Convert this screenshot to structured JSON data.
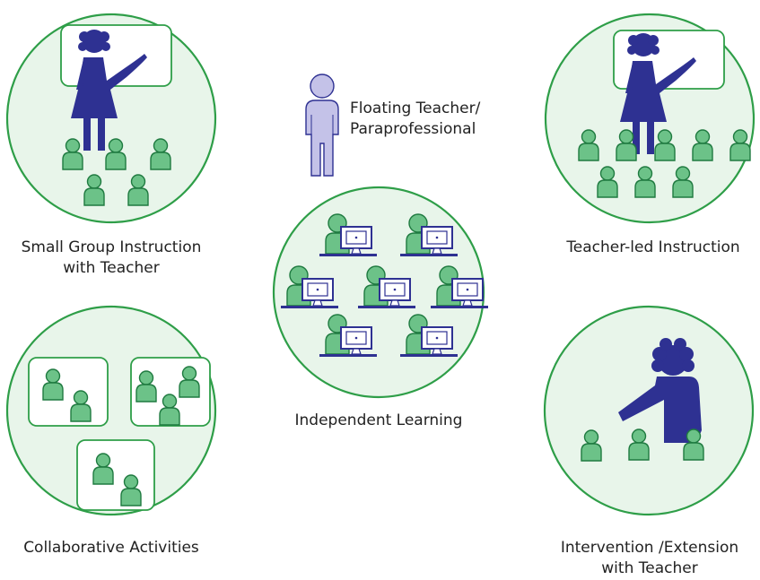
{
  "labels": {
    "small_group": [
      "Small Group Instruction",
      "with Teacher"
    ],
    "teacher_led": "Teacher-led Instruction",
    "floating": [
      "Floating Teacher/",
      "Paraprofessional"
    ],
    "independent": "Independent Learning",
    "collaborative": "Collaborative Activities",
    "intervention": [
      "Intervention /Extension",
      "with Teacher"
    ]
  },
  "colors": {
    "circle_fill": "#e8f5ea",
    "circle_stroke": "#2e9e48",
    "student_fill": "#6cc288",
    "student_stroke": "#1f7a40",
    "teacher_fill": "#2e3192",
    "floating_fill": "#c4c2e8",
    "floating_stroke": "#2e3192"
  }
}
